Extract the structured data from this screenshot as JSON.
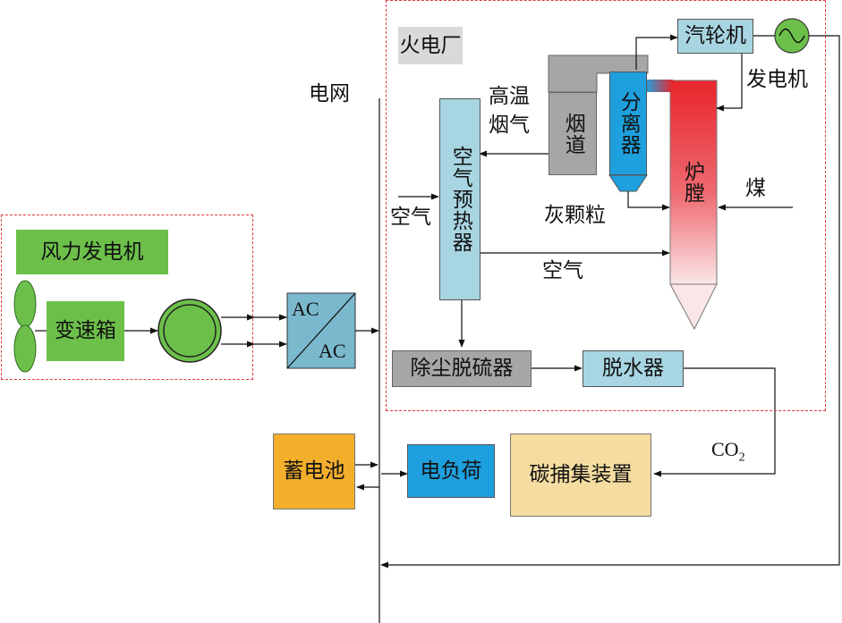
{
  "regions": {
    "thermal_plant": "火电厂",
    "wind_turbine": "风力发电机"
  },
  "labels": {
    "grid": "电网",
    "generator": "发电机",
    "high_temp_flue_gas": "高温烟气",
    "ash_particles": "灰颗粒",
    "coal": "煤",
    "air_in": "空气",
    "air_to_furnace": "空气",
    "co2_main": "CO",
    "co2_sub": "2"
  },
  "components": {
    "turbine": "汽轮机",
    "flue_duct": "烟道",
    "separator": "分离器",
    "furnace": "炉膛",
    "air_preheater": "空气预热器",
    "dust_desulfurizer": "除尘脱硫器",
    "dehydrator": "脱水器",
    "gearbox": "变速箱",
    "ac_top": "AC",
    "ac_bottom": "AC",
    "battery": "蓄电池",
    "electric_load": "电负荷",
    "carbon_capture": "碳捕集装置"
  },
  "colors": {
    "region_border": "#e0393f",
    "light_blue": "#a8d5e2",
    "gray": "#a6a6a6",
    "blue": "#1ea0de",
    "red": "#e8262c",
    "green": "#6cc04a",
    "orange": "#f3ae2b",
    "tan": "#f5dca0"
  }
}
